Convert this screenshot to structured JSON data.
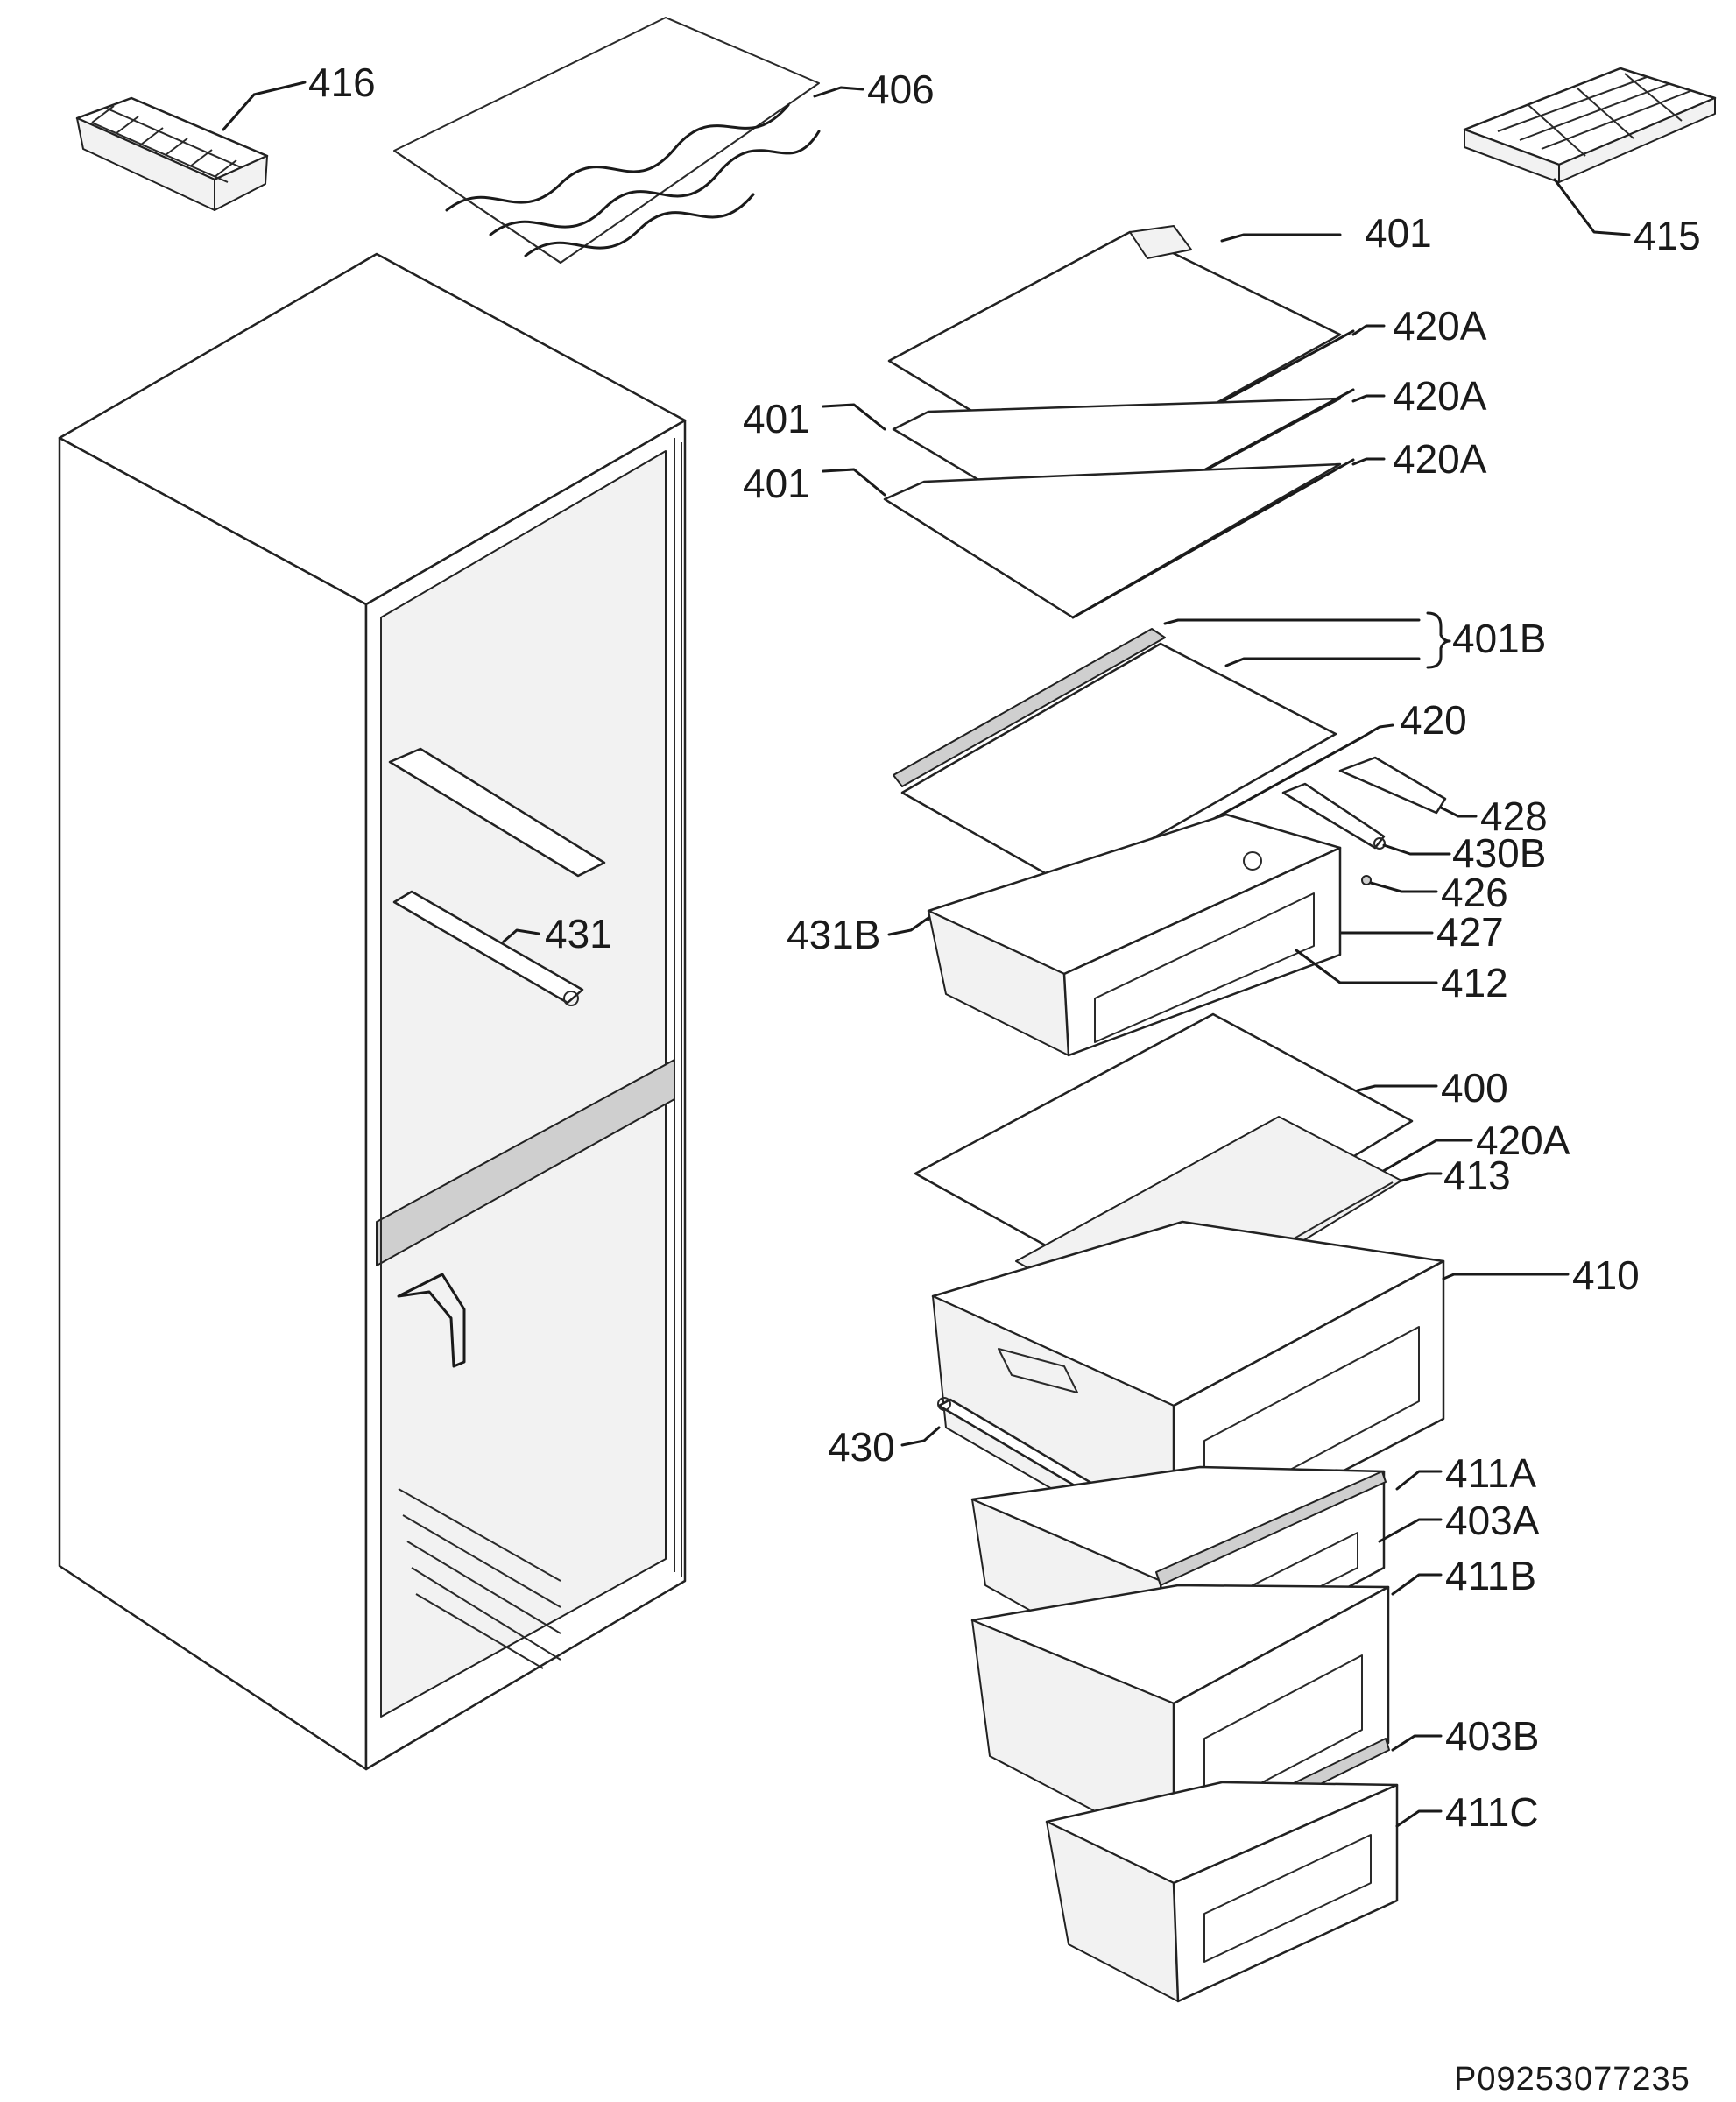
{
  "diagram": {
    "drawing_code": "P09253077235",
    "labels": {
      "l416": "416",
      "l406": "406",
      "l415": "415",
      "l401_top": "401",
      "l401_mid": "401",
      "l401_low": "401",
      "l420A_1": "420A",
      "l420A_2": "420A",
      "l420A_3": "420A",
      "l401B": "401B",
      "l420": "420",
      "l428": "428",
      "l430B": "430B",
      "l426": "426",
      "l427": "427",
      "l431B": "431B",
      "l412": "412",
      "l431": "431",
      "l400": "400",
      "l420A_4": "420A",
      "l413": "413",
      "l410": "410",
      "l430": "430",
      "l411A": "411A",
      "l403A": "403A",
      "l411B": "411B",
      "l403B": "403B",
      "l411C": "411C"
    }
  }
}
